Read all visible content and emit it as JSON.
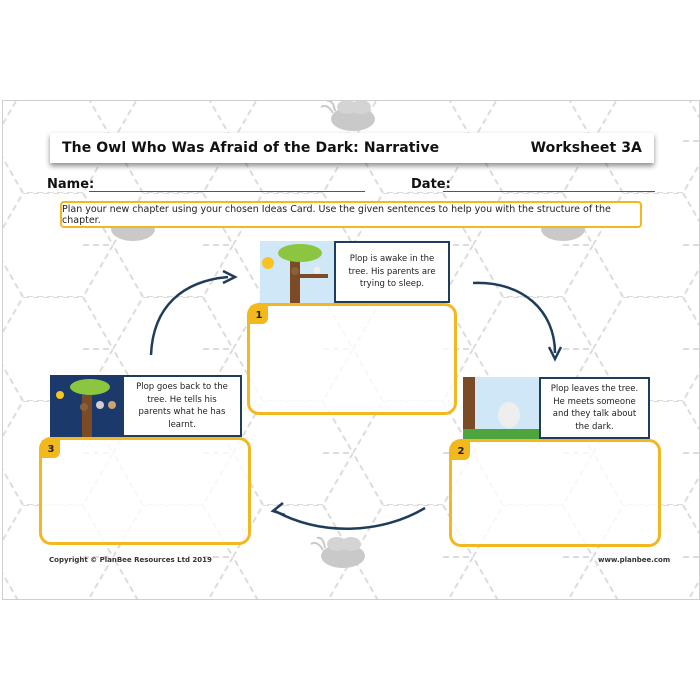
{
  "title": "The Owl Who Was Afraid of the Dark: Narrative",
  "worksheet": "Worksheet 3A",
  "name_label": "Name:",
  "date_label": "Date:",
  "instruction": "Plan your new chapter using your chosen Ideas Card. Use the given sentences to help you with the structure of the chapter.",
  "cards": [
    {
      "number": "1",
      "text": "Plop is awake in the tree. His parents are trying to sleep.",
      "scene": "day"
    },
    {
      "number": "2",
      "text": "Plop leaves the tree. He meets someone and they talk about the dark.",
      "scene": "ground"
    },
    {
      "number": "3",
      "text": "Plop goes back to the tree. He tells his parents what he has learnt.",
      "scene": "night"
    }
  ],
  "copyright": "Copyright © PlanBee Resources Ltd 2019",
  "website": "www.planbee.com",
  "colors": {
    "accent": "#f2b81e",
    "navy": "#1f3d5a",
    "hex_line": "#dddddd",
    "bee": "#c9c9c9"
  },
  "icons": [
    "bee-watermark-icon",
    "owl-icon",
    "tree-icon",
    "sun-icon",
    "moon-icon",
    "arrow-icon"
  ]
}
